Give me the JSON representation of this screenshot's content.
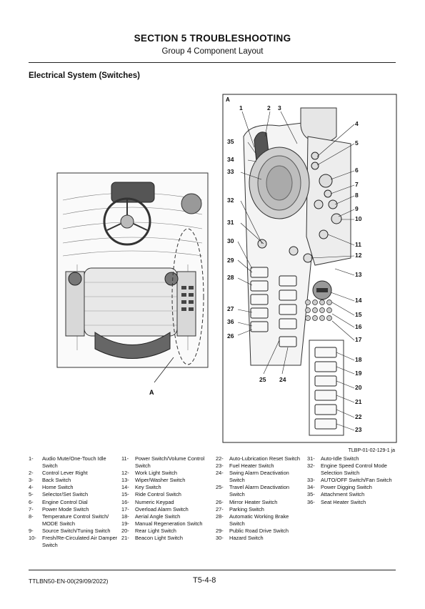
{
  "header": {
    "section_title": "SECTION 5 TROUBLESHOOTING",
    "group_title": "Group 4 Component Layout"
  },
  "subsection_title": "Electrical System (Switches)",
  "figure": {
    "view_label": "A",
    "detail_label": "A",
    "reference": "TLBP-01-02-129-1 ja",
    "callouts": [
      "1",
      "2",
      "3",
      "4",
      "5",
      "6",
      "7",
      "8",
      "9",
      "10",
      "11",
      "12",
      "13",
      "14",
      "15",
      "16",
      "17",
      "18",
      "19",
      "20",
      "21",
      "22",
      "23",
      "24",
      "25",
      "26",
      "27",
      "28",
      "29",
      "30",
      "31",
      "32",
      "33",
      "34",
      "35",
      "36"
    ]
  },
  "legend": [
    [
      {
        "num": "1-",
        "text": "Audio Mute/One-Touch Idle Switch"
      },
      {
        "num": "2-",
        "text": "Control Lever Right"
      },
      {
        "num": "3-",
        "text": "Back Switch"
      },
      {
        "num": "4-",
        "text": "Home Switch"
      },
      {
        "num": "5-",
        "text": "Selector/Set Switch"
      },
      {
        "num": "6-",
        "text": "Engine Control Dial"
      },
      {
        "num": "7-",
        "text": "Power Mode Switch"
      },
      {
        "num": "8-",
        "text": "Temperature Control Switch/ MODE Switch"
      },
      {
        "num": "9-",
        "text": "Source Switch/Tuning Switch"
      },
      {
        "num": "10-",
        "text": "Fresh/Re-Circulated Air Damper Switch"
      }
    ],
    [
      {
        "num": "11-",
        "text": "Power Switch/Volume Control Switch"
      },
      {
        "num": "12-",
        "text": "Work Light Switch"
      },
      {
        "num": "13-",
        "text": "Wiper/Washer Switch"
      },
      {
        "num": "14-",
        "text": "Key Switch"
      },
      {
        "num": "15-",
        "text": "Ride Control Switch"
      },
      {
        "num": "16-",
        "text": "Numeric Keypad"
      },
      {
        "num": "17-",
        "text": "Overload Alarm Switch"
      },
      {
        "num": "18-",
        "text": "Aerial Angle Switch"
      },
      {
        "num": "19-",
        "text": "Manual Regeneration Switch"
      },
      {
        "num": "20-",
        "text": "Rear Light Switch"
      },
      {
        "num": "21-",
        "text": "Beacon Light Switch"
      }
    ],
    [
      {
        "num": "22-",
        "text": "Auto-Lubrication Reset Switch"
      },
      {
        "num": "23-",
        "text": "Fuel Heater Switch"
      },
      {
        "num": "24-",
        "text": "Swing Alarm Deactivation Switch"
      },
      {
        "num": "25-",
        "text": "Travel Alarm Deactivation Switch"
      },
      {
        "num": "26-",
        "text": "Mirror Heater Switch"
      },
      {
        "num": "27-",
        "text": "Parking Switch"
      },
      {
        "num": "28-",
        "text": "Automatic Working Brake Switch"
      },
      {
        "num": "29-",
        "text": "Public Road Drive Switch"
      },
      {
        "num": "30-",
        "text": "Hazard Switch"
      }
    ],
    [
      {
        "num": "31-",
        "text": "Auto-Idle Switch"
      },
      {
        "num": "32-",
        "text": "Engine Speed Control Mode Selection Switch"
      },
      {
        "num": "33-",
        "text": "AUTO/OFF Switch/Fan Switch"
      },
      {
        "num": "34-",
        "text": "Power Digging Switch"
      },
      {
        "num": "35-",
        "text": "Attachment Switch"
      },
      {
        "num": "36-",
        "text": "Seat Heater Switch"
      }
    ]
  ],
  "footer": {
    "doc_id": "TTLBN50-EN-00(29/09/2022)",
    "page": "T5-4-8"
  }
}
